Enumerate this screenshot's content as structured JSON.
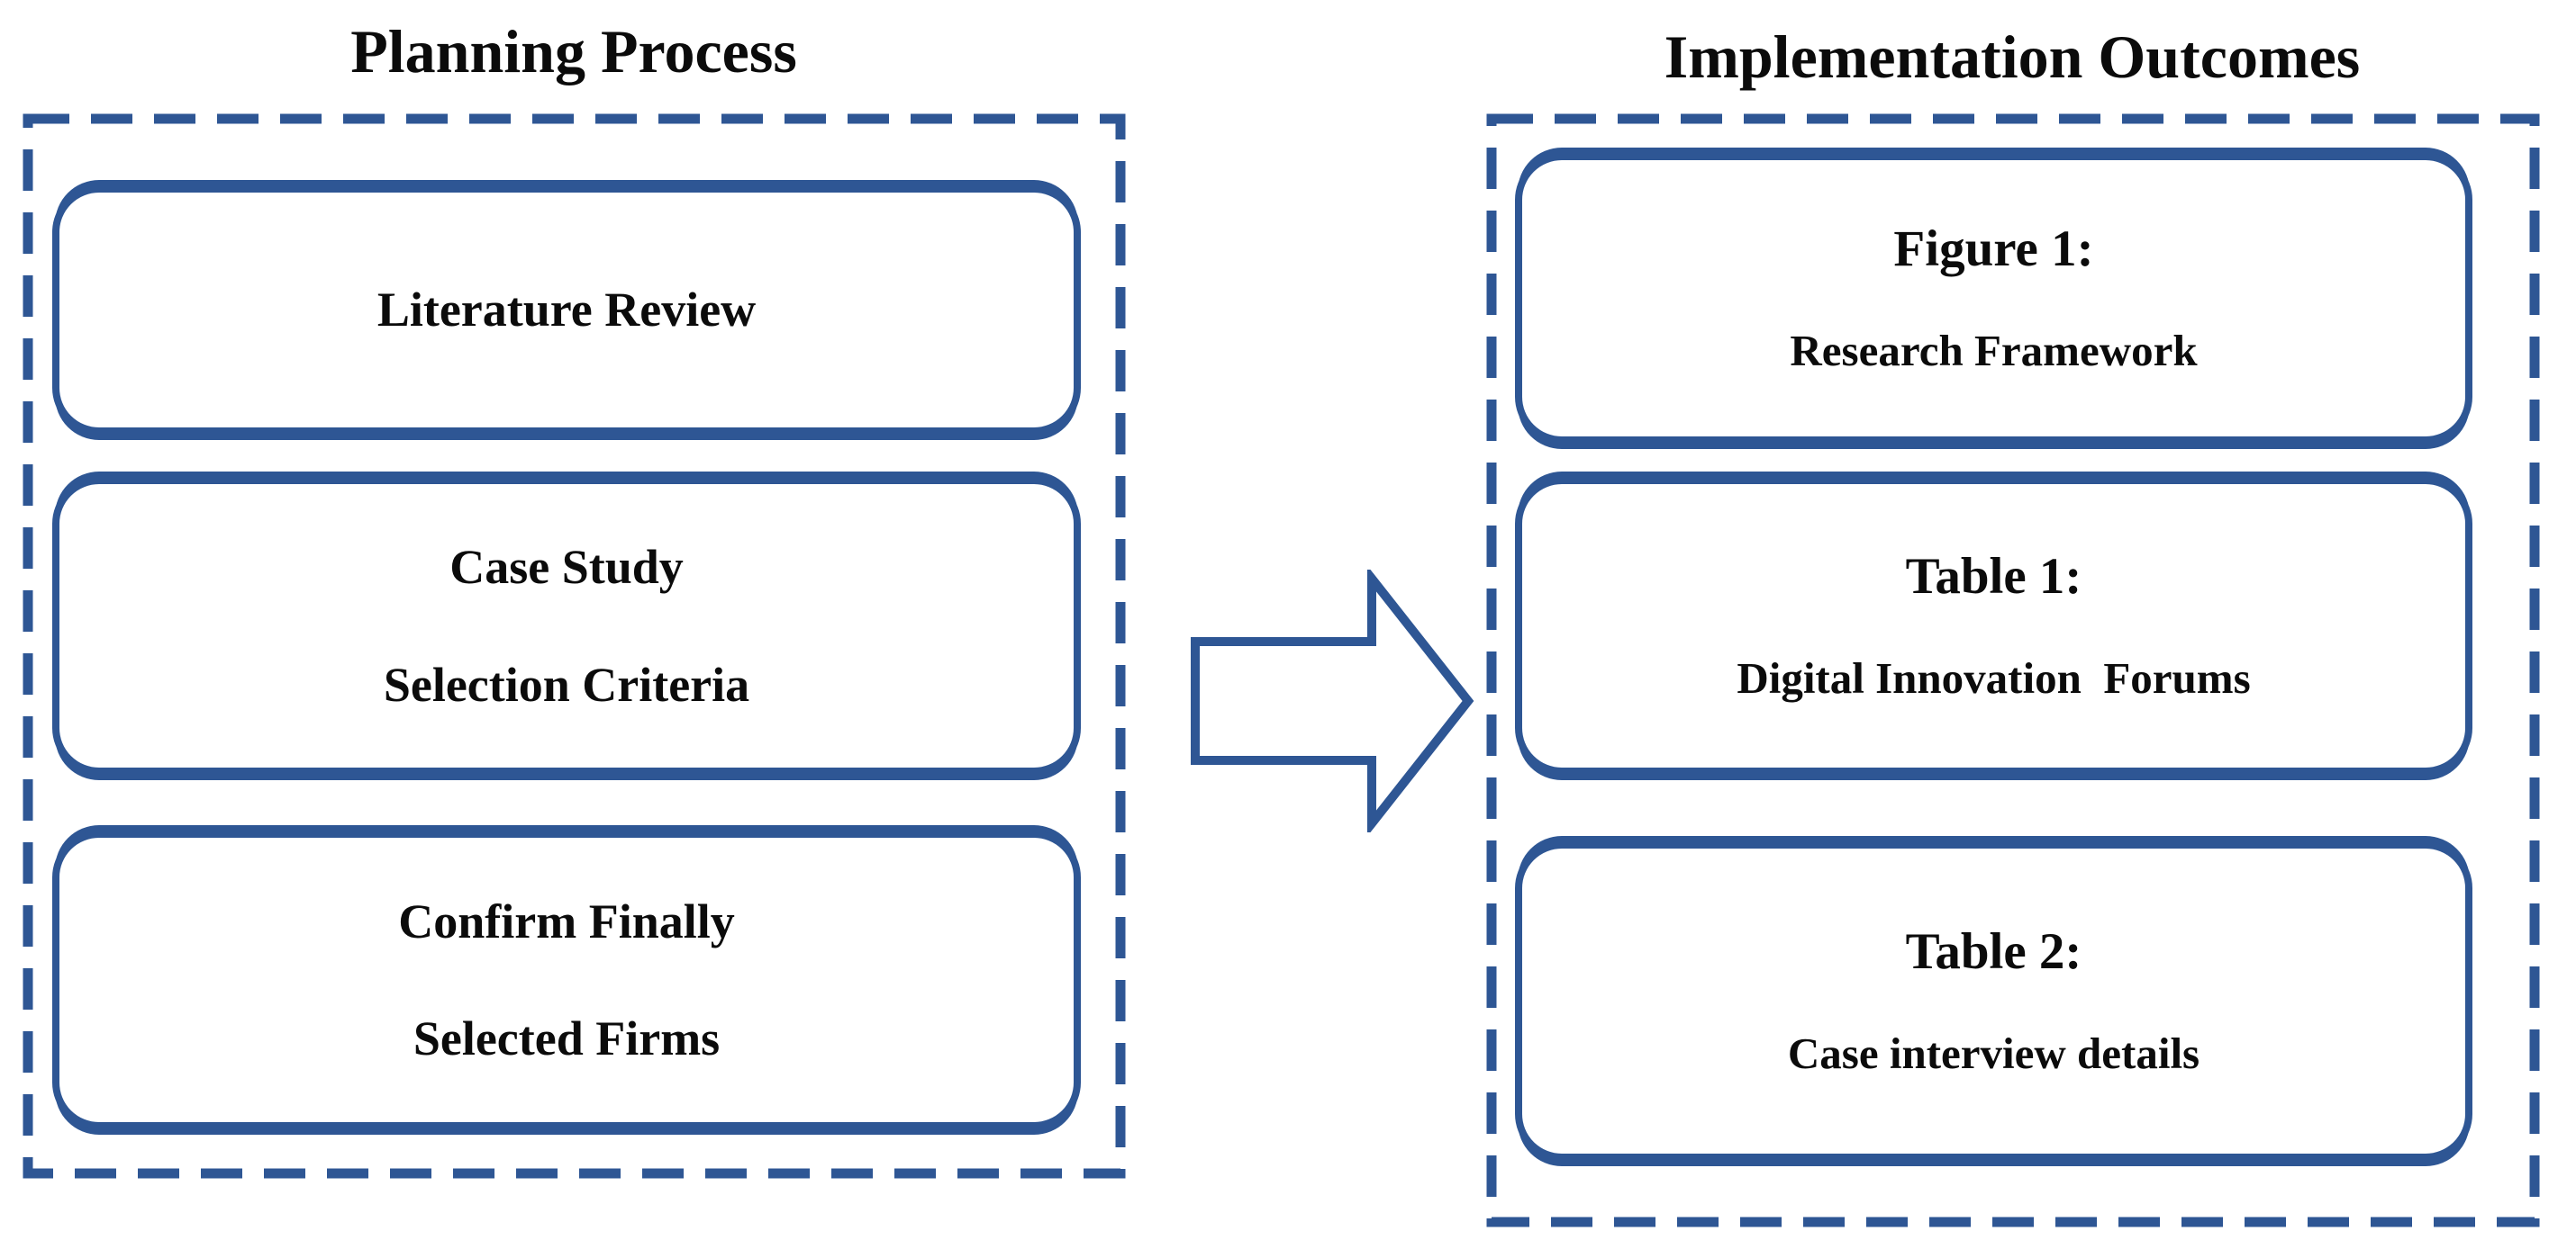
{
  "diagram": {
    "accent_color": "#2e5694",
    "text_color": "#0b0b0b",
    "left_panel": {
      "title": "Planning Process",
      "boxes": [
        {
          "lines": [
            "Literature Review"
          ]
        },
        {
          "lines": [
            "Case Study",
            "Selection Criteria"
          ]
        },
        {
          "lines": [
            "Confirm Finally",
            "Selected Firms"
          ]
        }
      ]
    },
    "right_panel": {
      "title": "Implementation Outcomes",
      "boxes": [
        {
          "lines": [
            "Figure 1:",
            "Research Framework"
          ]
        },
        {
          "lines": [
            "Table 1:",
            "Digital Innovation  Forums"
          ]
        },
        {
          "lines": [
            "Table 2:",
            "Case interview details"
          ]
        }
      ]
    },
    "arrow": {
      "icon": "right-arrow-icon"
    }
  }
}
